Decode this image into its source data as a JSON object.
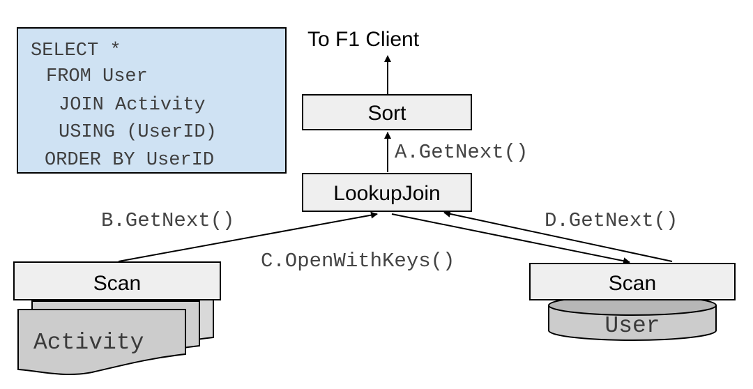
{
  "query_box": {
    "lines": [
      "SELECT *",
      "FROM User",
      "JOIN Activity",
      "USING (UserID)",
      "ORDER BY UserID"
    ]
  },
  "destination": {
    "label": "To F1 Client"
  },
  "nodes": {
    "sort": {
      "label": "Sort"
    },
    "lookup_join": {
      "label": "LookupJoin"
    },
    "scan_left": {
      "label": "Scan"
    },
    "scan_right": {
      "label": "Scan"
    }
  },
  "tables": {
    "activity": {
      "label": "Activity"
    },
    "user": {
      "label": "User"
    }
  },
  "edge_labels": {
    "a": "A.GetNext()",
    "b": "B.GetNext()",
    "c": "C.OpenWithKeys()",
    "d": "D.GetNext()"
  },
  "colors": {
    "query_box_fill": "#cfe2f3",
    "node_fill": "#efefef",
    "table_fill": "#cccccc",
    "table_top_fill": "#b7b7b7",
    "stroke": "#000000"
  }
}
